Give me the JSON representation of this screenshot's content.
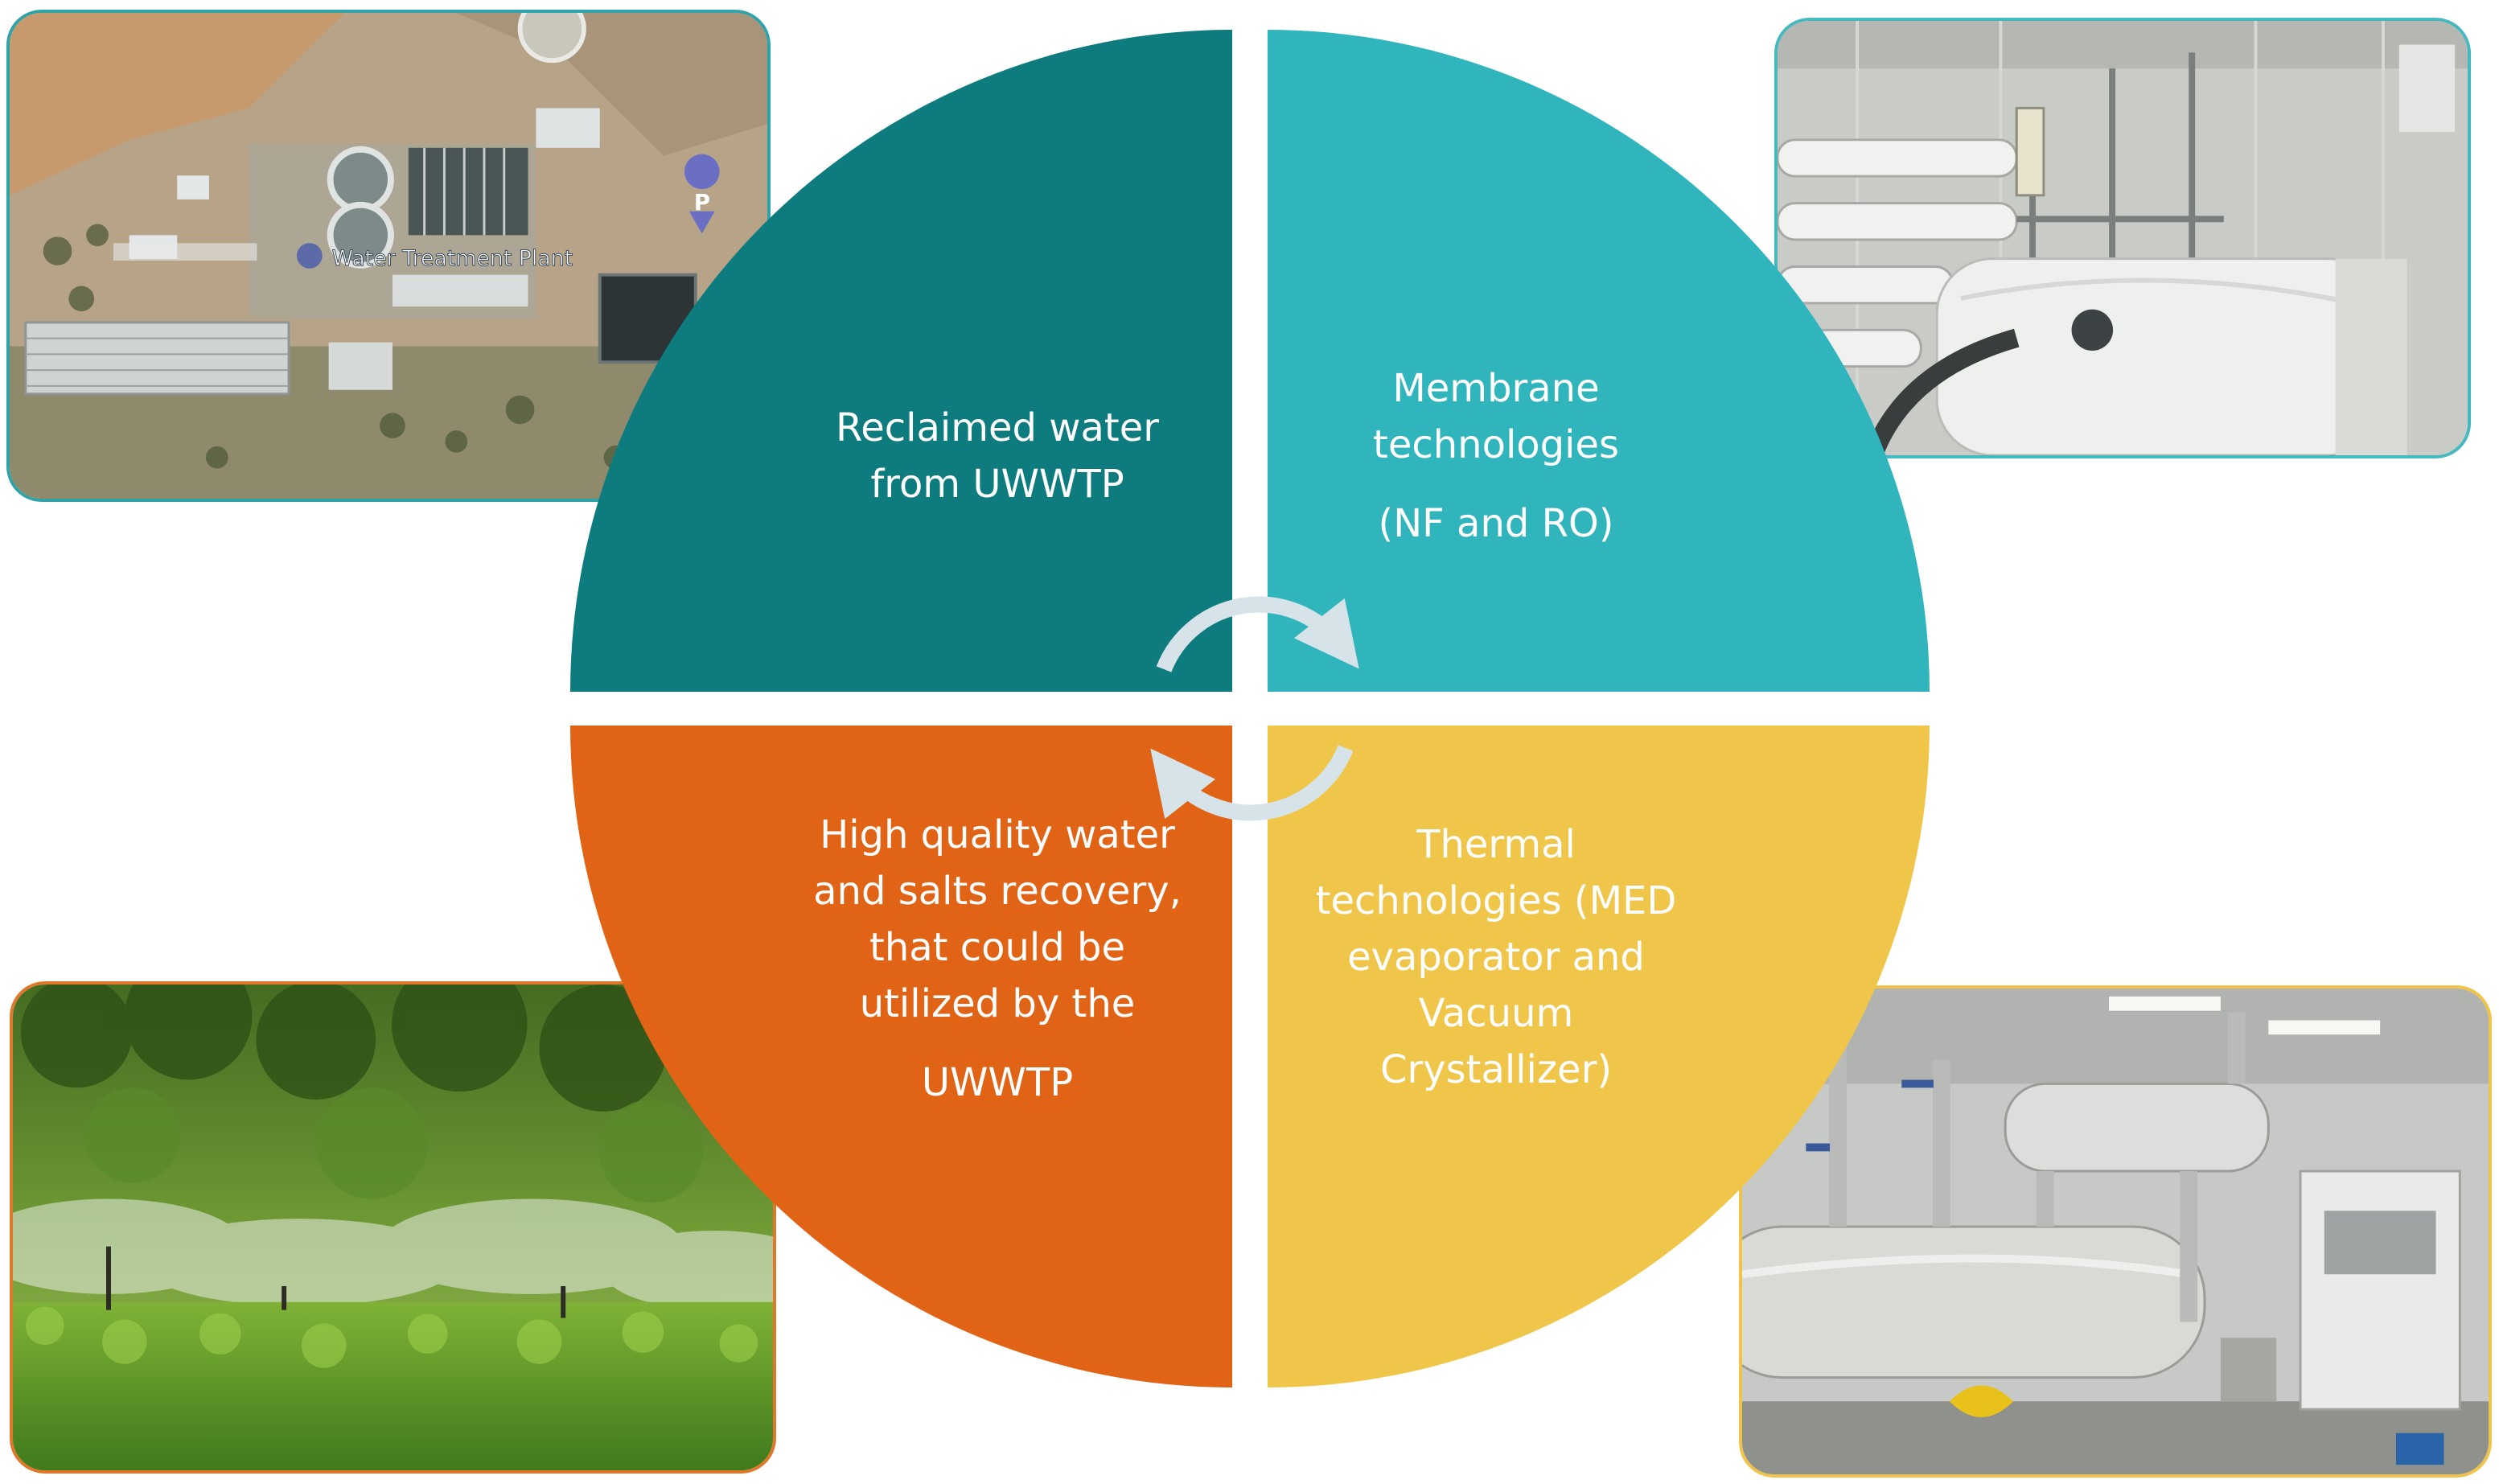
{
  "diagram": {
    "colors": {
      "reclaimed": "#0e7c7f",
      "membrane": "#31b5bc",
      "recovery": "#e06316",
      "thermal": "#f0c64a",
      "arrow": "#d6e4ea"
    },
    "quadrants": {
      "reclaimed": {
        "lines": [
          "Reclaimed water",
          "from UWWTP"
        ]
      },
      "membrane": {
        "lines": [
          "Membrane",
          "technologies",
          "(NF and RO)"
        ]
      },
      "recovery": {
        "lines": [
          "High quality water",
          "and salts recovery,",
          "that could be",
          "utilized by the",
          "UWWTP"
        ]
      },
      "thermal": {
        "lines": [
          "Thermal",
          "technologies (MED",
          "evaporator and",
          "Vacuum",
          "Crystallizer)"
        ]
      }
    },
    "photos": {
      "aerial": {
        "map_labels": {
          "plant": "Water Treatment Plant",
          "parking": "P"
        }
      }
    }
  }
}
